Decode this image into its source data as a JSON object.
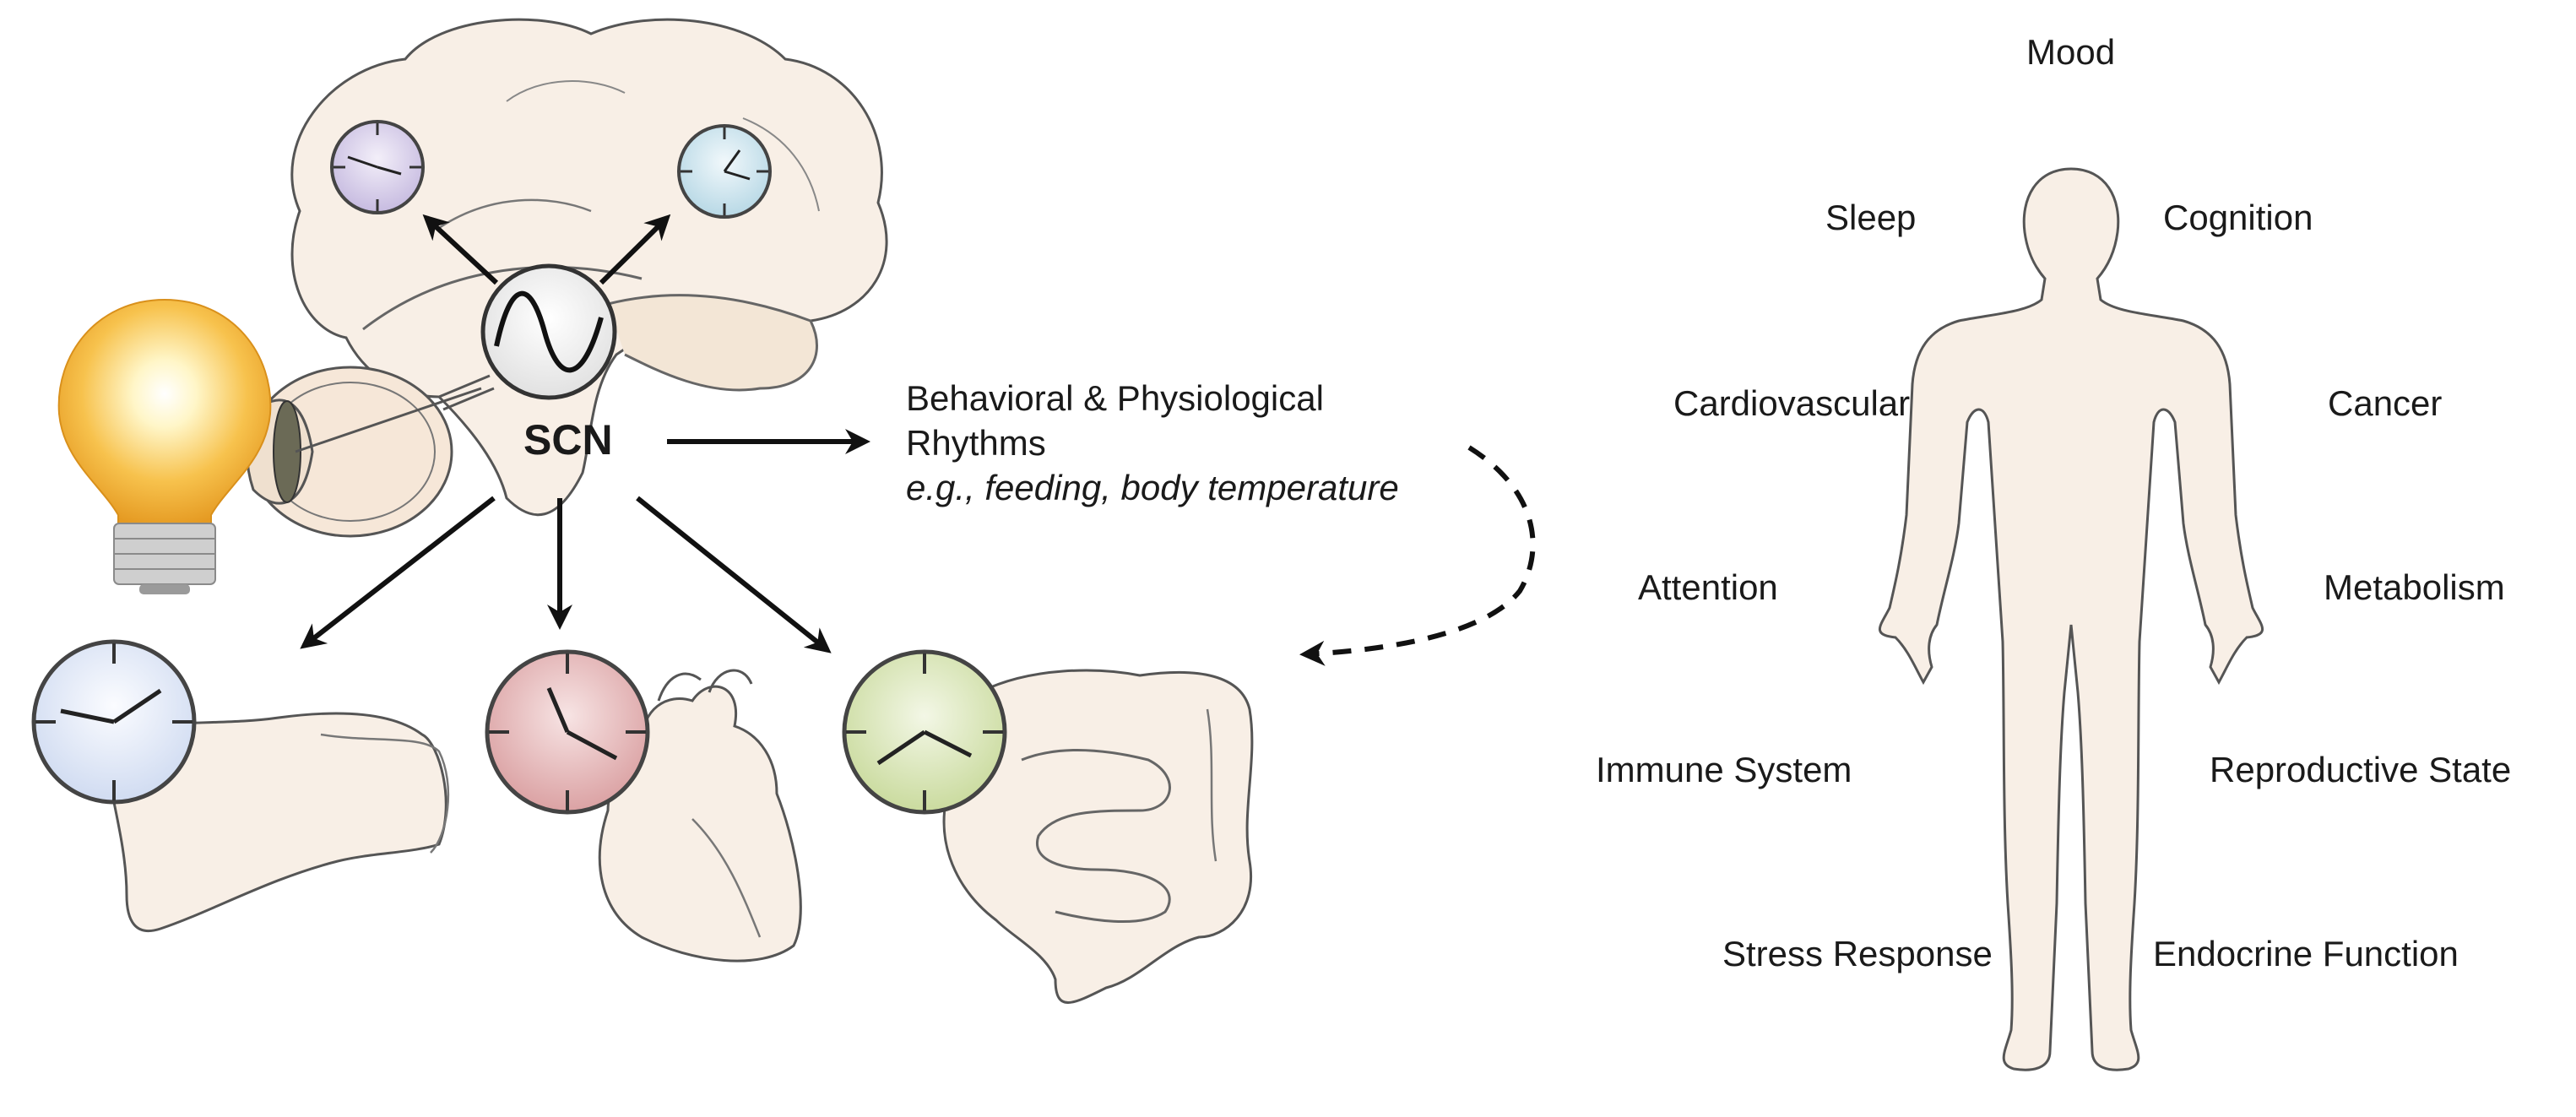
{
  "scn_label": "SCN",
  "rhythms": {
    "line1": "Behavioral & Physiological",
    "line2": "Rhythms",
    "line3": "e.g., feeding, body temperature"
  },
  "body_labels": {
    "mood": "Mood",
    "sleep": "Sleep",
    "cognition": "Cognition",
    "cardiovascular": "Cardiovascular",
    "cancer": "Cancer",
    "attention": "Attention",
    "metabolism": "Metabolism",
    "immune": "Immune System",
    "reproductive": "Reproductive State",
    "stress": "Stress Response",
    "endocrine": "Endocrine Function"
  },
  "icons": [
    "light-bulb-icon",
    "eye-icon",
    "brain-icon",
    "liver-icon",
    "heart-icon",
    "intestine-icon",
    "human-body-icon",
    "clock-icon",
    "sine-wave-icon"
  ],
  "colors": {
    "organ_fill": "#f8efe6",
    "outline": "#555555",
    "clock_purple": "#d4cbe6",
    "clock_blue": "#c9e3ec",
    "clock_liver": "#dde6f5",
    "clock_heart": "#e4b4b6",
    "clock_gut": "#d9e6b6",
    "bulb": "#f6b23a"
  }
}
